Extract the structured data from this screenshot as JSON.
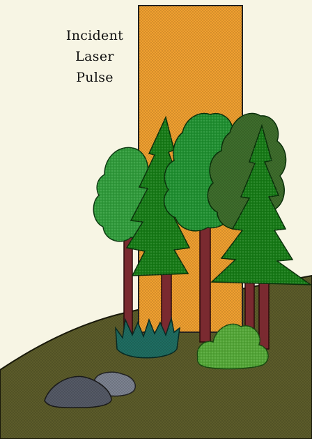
{
  "label": {
    "line1": "Incident",
    "line2": "Laser",
    "line3": "Pulse"
  },
  "colors": {
    "background": "#f7f5e4",
    "laser_pulse": "#f0a030",
    "ground": "#5c5c2a",
    "conifer": "#167a16",
    "broadleaf": "#1f8f30",
    "broadleaf_dark": "#3e6e2c",
    "trunk": "#7a2a30",
    "shrub_teal": "#1f6e62",
    "shrub_light": "#52a536",
    "rock_dark": "#555a66",
    "rock_light": "#7c8290"
  }
}
